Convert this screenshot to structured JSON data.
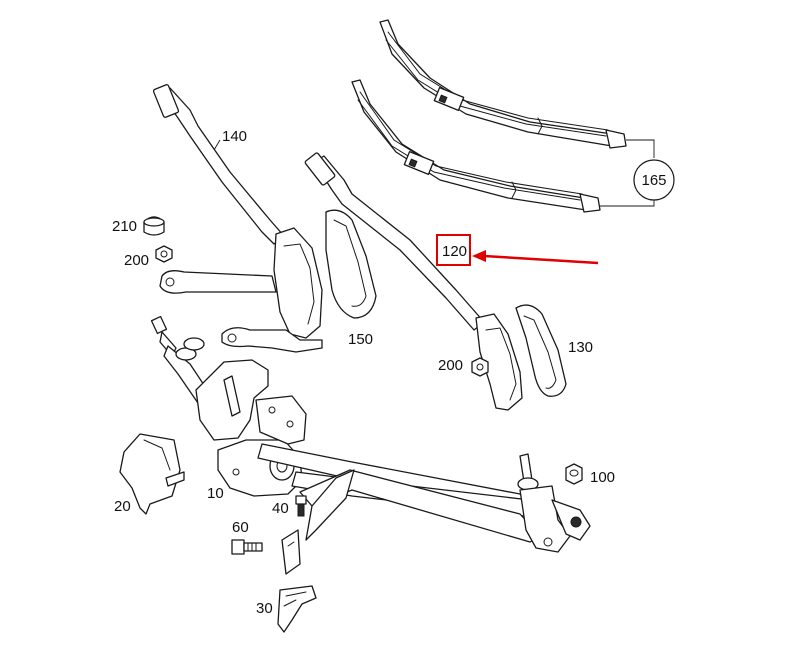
{
  "diagram": {
    "callouts": {
      "p165": "165",
      "p140": "140",
      "p210": "210",
      "p200a": "200",
      "p120": "120",
      "p150": "150",
      "p130": "130",
      "p200b": "200",
      "p100": "100",
      "p10": "10",
      "p20": "20",
      "p40": "40",
      "p60": "60",
      "p30": "30"
    },
    "highlighted_part": "120",
    "colors": {
      "line": "#1a1a1a",
      "highlight": "#e00000",
      "background": "#ffffff"
    }
  }
}
